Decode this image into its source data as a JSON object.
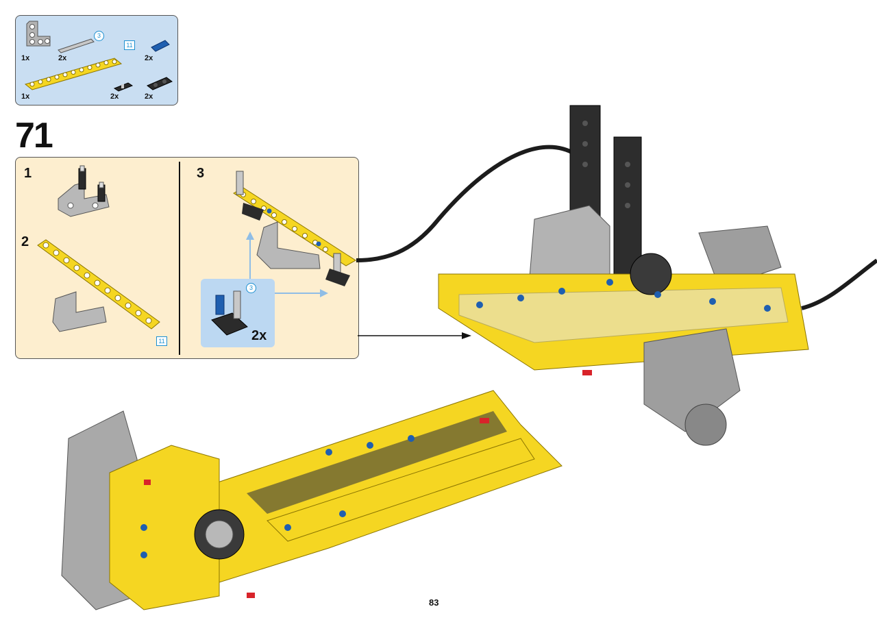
{
  "parts_list": {
    "items": [
      {
        "qty": "1x",
        "name": "grey-angular-beam"
      },
      {
        "qty": "2x",
        "name": "grey-axle"
      },
      {
        "qty": "2x",
        "name": "blue-pin"
      },
      {
        "qty": "1x",
        "name": "yellow-beam"
      },
      {
        "qty": "2x",
        "name": "black-pin"
      },
      {
        "qty": "2x",
        "name": "black-connector"
      }
    ],
    "axle_length": "3",
    "beam_length": "11"
  },
  "step": {
    "number": "71",
    "substeps": [
      "1",
      "2",
      "3"
    ],
    "beam_length": "11",
    "callout": {
      "axle_length": "3",
      "qty": "2x"
    }
  },
  "page_number": "83",
  "colors": {
    "parts_bg": "#c9def2",
    "substep_bg": "#fdeecf",
    "callout_bg": "#bcd8f2",
    "yellow": "#f5d622",
    "grey": "#b3b3b3",
    "black": "#2b2b2b",
    "blue": "#1f5fb0",
    "red": "#d8232a"
  }
}
